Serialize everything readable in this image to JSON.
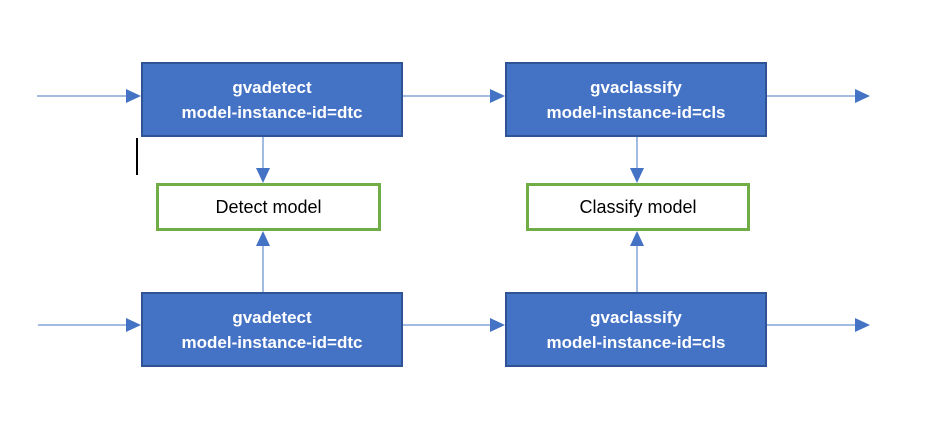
{
  "diagram": {
    "colors": {
      "background": "#ffffff",
      "node_fill": "#4472c4",
      "node_border": "#2f5496",
      "node_text": "#ffffff",
      "model_fill": "#ffffff",
      "model_border": "#70ad47",
      "model_text": "#000000",
      "arrow_shaft": "#a2bbe2",
      "arrow_head": "#4472c4",
      "caret": "#000000"
    },
    "nodes": [
      {
        "line1": "gvadetect",
        "line2": "model-instance-id=dtc"
      },
      {
        "line1": "gvaclassify",
        "line2": "model-instance-id=cls"
      },
      {
        "line1": "gvadetect",
        "line2": "model-instance-id=dtc"
      },
      {
        "line1": "gvaclassify",
        "line2": "model-instance-id=cls"
      }
    ],
    "models": [
      {
        "label": "Detect model"
      },
      {
        "label": "Classify model"
      }
    ]
  }
}
